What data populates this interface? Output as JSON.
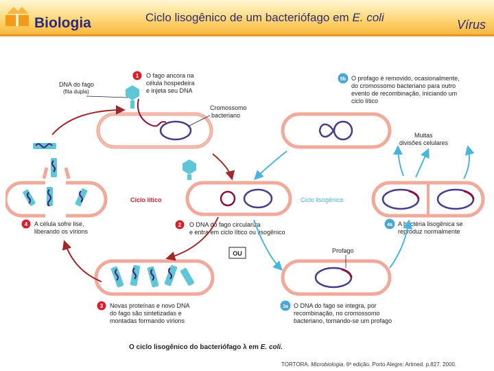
{
  "header": {
    "subject": "Biologia",
    "title_main": "Ciclo lisogênico de um bacteriófago  em ",
    "title_italic": "E. coli",
    "section": "Vírus"
  },
  "diagram": {
    "phage_dna_label_1": "DNA do fago",
    "phage_dna_label_2": "(fita dupla)",
    "chromosome_label_1": "Cromossomo",
    "chromosome_label_2": "bacteriano",
    "lytic_cycle": "Ciclo lítico",
    "lysogenic_cycle": "Ciclo lisogênico",
    "or_label": "OU",
    "prophage_label": "Profago",
    "many_divisions_1": "Muitas",
    "many_divisions_2": "divisões celulares",
    "step1_badge": "1",
    "step1": [
      "O fago ancora na",
      "célula hospedeira",
      "e injeta seu DNA"
    ],
    "step2_badge": "2",
    "step2": [
      "O DNA do fago circulariza",
      "e entra em ciclo lítico ou lisogênico"
    ],
    "step3_badge": "3",
    "step3": [
      "Novas proteínas e novo DNA",
      "do fago são sintetizadas e",
      "montadas formando vírions"
    ],
    "step4_badge": "4",
    "step4": [
      "A célula sofre lise,",
      "liberando os vírions"
    ],
    "step3a_badge": "3a",
    "step3a": [
      "O DNA do fago se integra, por",
      "recombinação, no cromossomo",
      "bacteriano, tornando-se um profago"
    ],
    "step4a_badge": "4a",
    "step4a": [
      "A bactéria lisogênica se",
      "reproduz normalmente"
    ],
    "step5_badge": "5b",
    "step5": [
      "O profago é removido, ocasionalmente,",
      "do cromossomo bacteriano para outro",
      "evento de recombinação, iniciando um",
      "ciclo lítico"
    ],
    "figure_caption_main": "O ciclo lisogênico do bacteriófago λ em ",
    "figure_caption_italic": "E. coli."
  },
  "citation": {
    "prefix": "TORTORA. ",
    "book": "Microbiologia",
    "rest": ". 6ª edição. Porto Alegre: Artmed. p.827. 2000."
  },
  "colors": {
    "header_text": "#2c2a7a",
    "badge": "#d7202b",
    "badge_alt": "#4aa6d3",
    "phage": "#5fc6d8",
    "phage_dna": "#8a1238",
    "chromosome": "#4a3a8a",
    "arrow_red": "#a0282c",
    "arrow_blue": "#4ab5dc"
  }
}
